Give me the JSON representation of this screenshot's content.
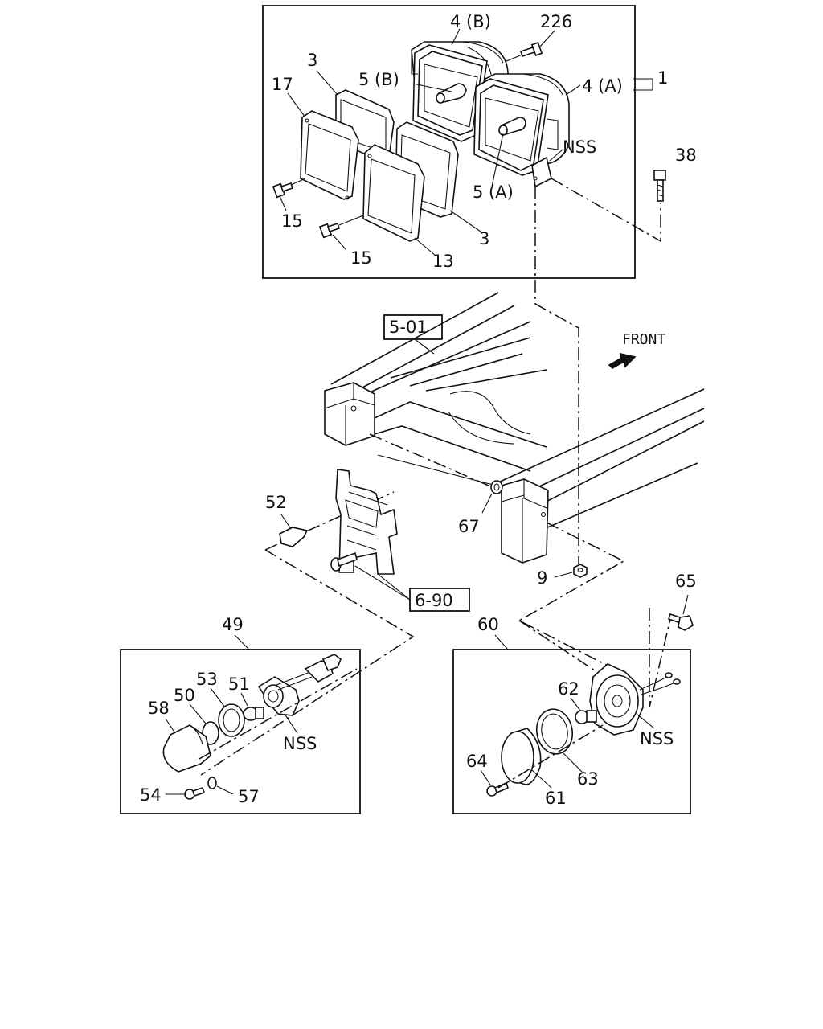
{
  "labels": {
    "group_headlamp": "1",
    "bracket_bolt": "38",
    "lamp_b": "4 (B)",
    "lamp_a": "4 (A)",
    "bulb_b": "5 (B)",
    "bulb_a": "5 (A)",
    "screw_226": "226",
    "gasket_left": "3",
    "gasket_right": "3",
    "bezel_17": "17",
    "bezel_13": "13",
    "screw_15_left": "15",
    "screw_15_right": "15",
    "nss_top": "NSS",
    "ref_frame": "5-01",
    "front": "FRONT",
    "side_lamp_clip": "52",
    "nut_67": "67",
    "nut_9": "9",
    "ref_bracket": "6-90",
    "group_side_lamp": "49",
    "group_turn_lamp": "60",
    "bolt_65": "65",
    "side_gasket_53": "53",
    "side_bulb_51": "51",
    "side_lens_50": "50",
    "side_housing_58": "58",
    "nss_left": "NSS",
    "screw_54": "54",
    "washer_57": "57",
    "turn_bulb_62": "62",
    "nss_right": "NSS",
    "bolt_64": "64",
    "turn_gasket_63": "63",
    "turn_lens_61": "61"
  }
}
